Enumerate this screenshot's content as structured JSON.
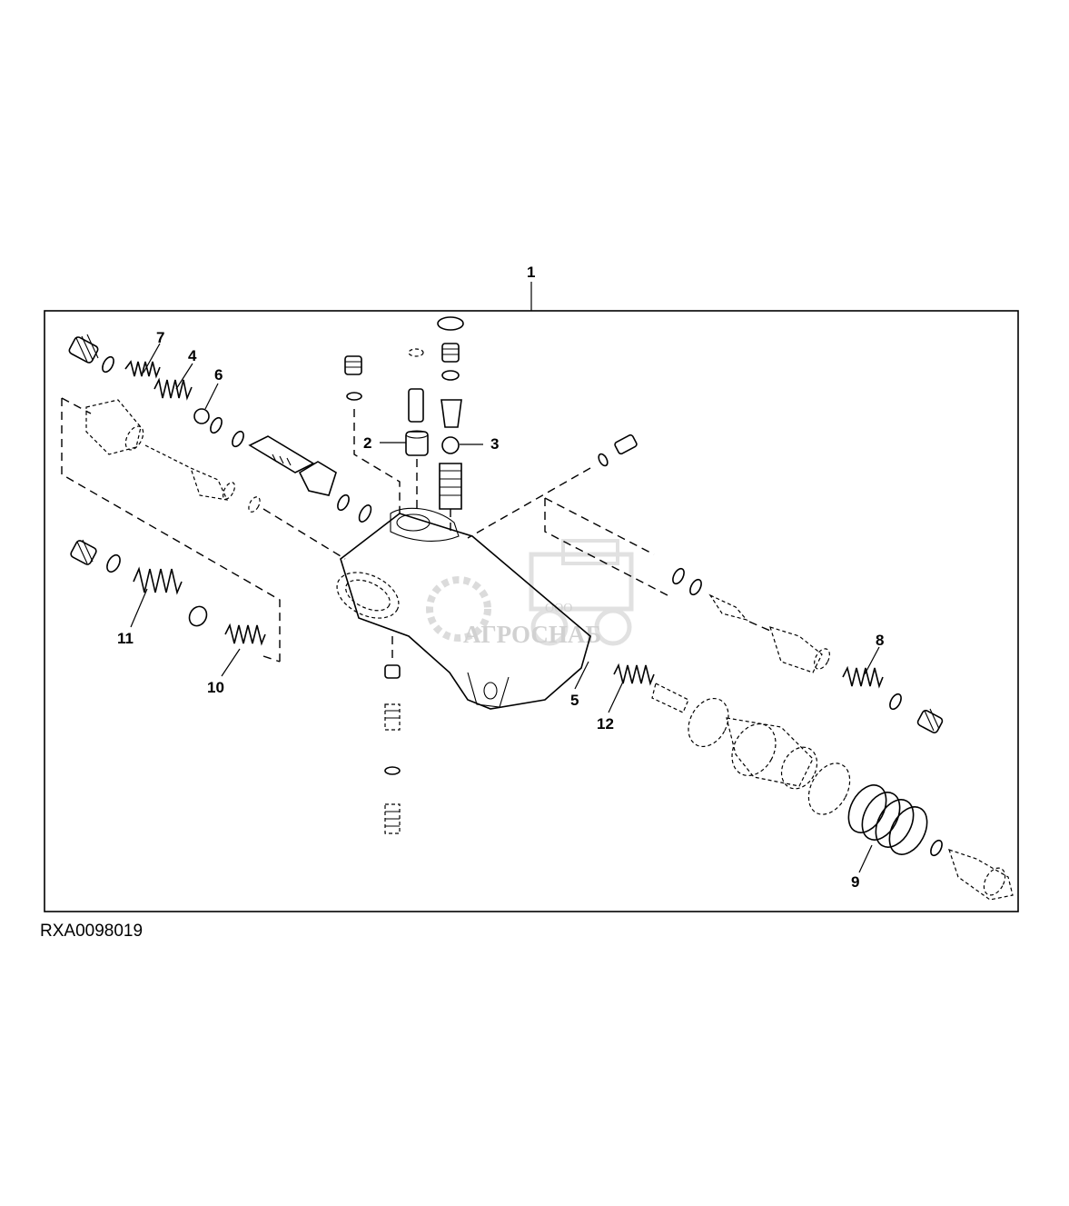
{
  "figure": {
    "id": "RXA0098019",
    "assembly_callout": "1",
    "callouts": [
      {
        "num": "2"
      },
      {
        "num": "3"
      },
      {
        "num": "4"
      },
      {
        "num": "5"
      },
      {
        "num": "6"
      },
      {
        "num": "7"
      },
      {
        "num": "8"
      },
      {
        "num": "9"
      },
      {
        "num": "10"
      },
      {
        "num": "11"
      },
      {
        "num": "12"
      }
    ]
  },
  "watermark": {
    "prefix": "ООО",
    "name": "АГРОСНАБ",
    "color": "#b8b8b8"
  }
}
